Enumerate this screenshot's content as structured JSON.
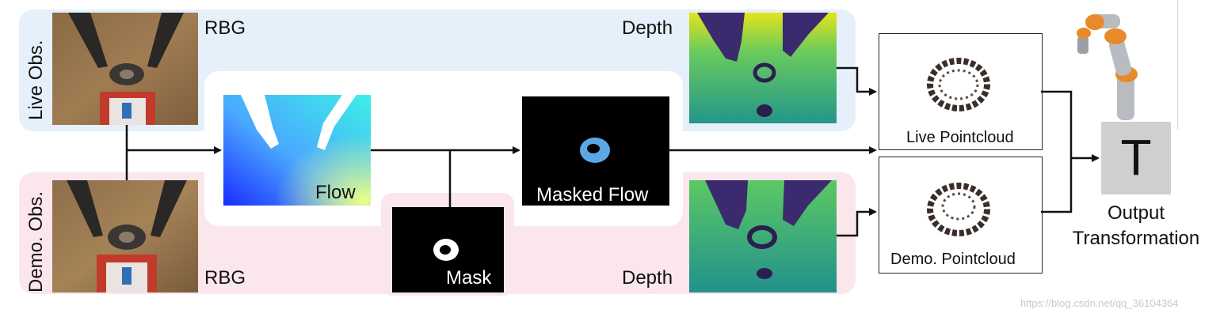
{
  "rows": {
    "live_label": "Live Obs.",
    "demo_label": "Demo. Obs."
  },
  "labels": {
    "live_rgb": "RBG",
    "demo_rgb": "RBG",
    "live_depth": "Depth",
    "demo_depth": "Depth",
    "flow": "Flow",
    "masked_flow": "Masked Flow",
    "mask": "Mask",
    "live_pointcloud": "Live Pointcloud",
    "demo_pointcloud": "Demo. Pointcloud",
    "transform_symbol": "T",
    "output_line1": "Output",
    "output_line2": "Transformation"
  },
  "watermark": "https://blog.csdn.net/qq_36104364",
  "colors": {
    "live_panel": "#e6f0fb",
    "demo_panel": "#fbe6ec",
    "arrow": "#111111",
    "transform_box": "#cfcfcf",
    "masked_ring": "#5aa9e6"
  }
}
